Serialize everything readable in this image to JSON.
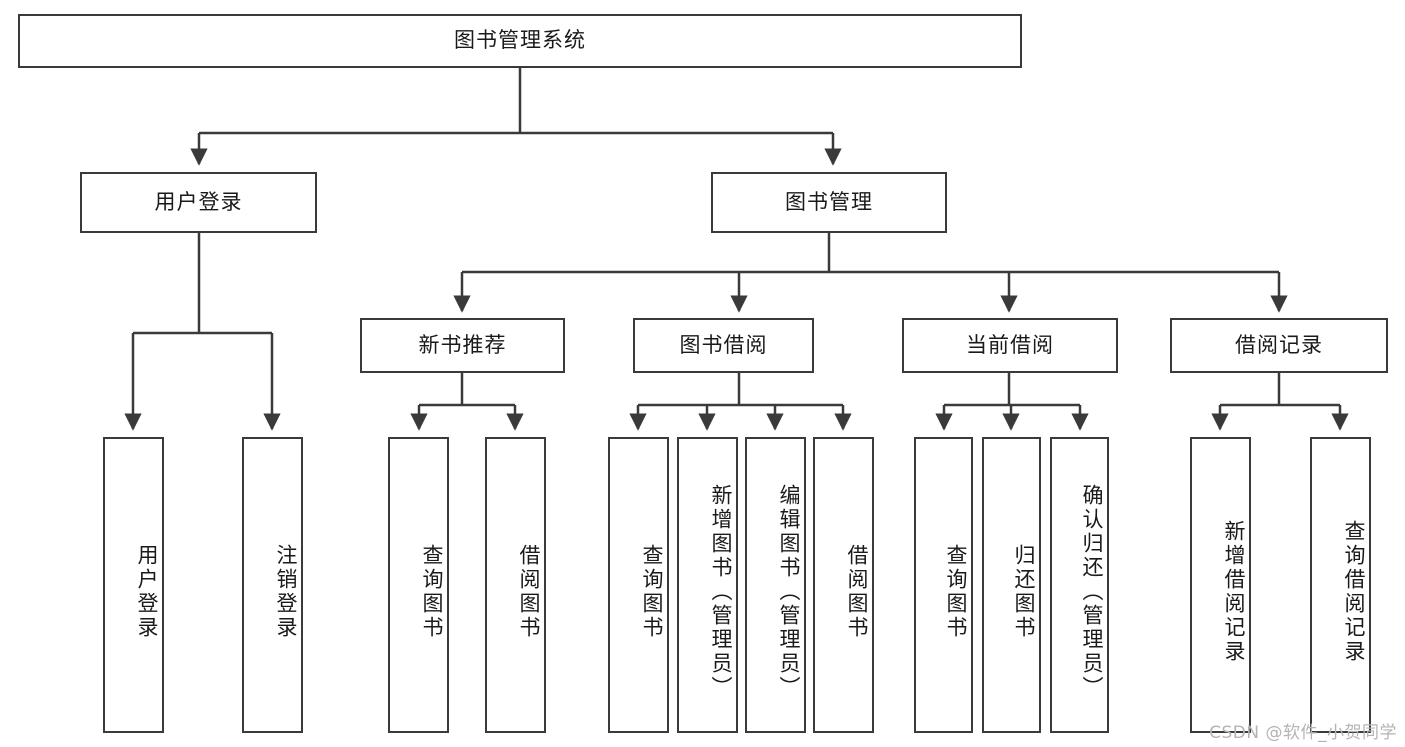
{
  "diagram": {
    "title": "图书管理系统",
    "type": "tree",
    "stroke_color": "#3a3a3a",
    "text_color": "#1a1a1a",
    "background_color": "#ffffff"
  },
  "nodes": {
    "root": {
      "label": "图书管理系统"
    },
    "level1": [
      {
        "label": "用户登录"
      },
      {
        "label": "图书管理"
      }
    ],
    "level2": [
      {
        "label": "新书推荐"
      },
      {
        "label": "图书借阅"
      },
      {
        "label": "当前借阅"
      },
      {
        "label": "借阅记录"
      }
    ],
    "leaves_user_login": [
      {
        "label": "用户登录"
      },
      {
        "label": "注销登录"
      }
    ],
    "leaves_new_book": [
      {
        "label": "查询图书"
      },
      {
        "label": "借阅图书"
      }
    ],
    "leaves_borrow": [
      {
        "label": "查询图书"
      },
      {
        "label": "新增图书（管理员）"
      },
      {
        "label": "编辑图书（管理员）"
      },
      {
        "label": "借阅图书"
      }
    ],
    "leaves_current": [
      {
        "label": "查询图书"
      },
      {
        "label": "归还图书"
      },
      {
        "label": "确认归还（管理员）"
      }
    ],
    "leaves_record": [
      {
        "label": "新增借阅记录"
      },
      {
        "label": "查询借阅记录"
      }
    ]
  },
  "watermark": {
    "text": "CSDN @软件_小贺同学"
  }
}
